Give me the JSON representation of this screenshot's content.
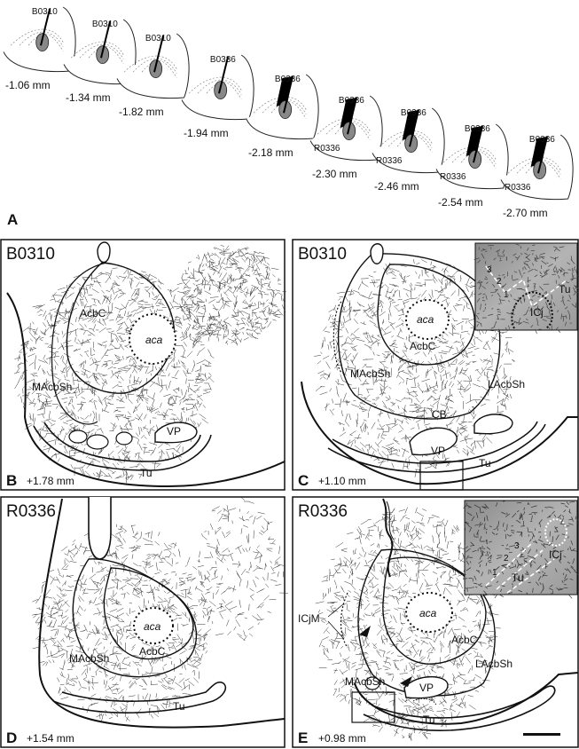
{
  "figure": {
    "panel_a": {
      "letter": "A",
      "sections": [
        {
          "level": "-1.06 mm",
          "labels": [
            "B0310"
          ]
        },
        {
          "level": "-1.34 mm",
          "labels": [
            "B0310"
          ]
        },
        {
          "level": "-1.82 mm",
          "labels": [
            "B0310"
          ]
        },
        {
          "level": "-1.94 mm",
          "labels": [
            "B0336"
          ]
        },
        {
          "level": "-2.18 mm",
          "labels": [
            "B0336"
          ]
        },
        {
          "level": "-2.30 mm",
          "labels": [
            "B0336",
            "R0336"
          ]
        },
        {
          "level": "-2.46 mm",
          "labels": [
            "B0336",
            "R0336"
          ]
        },
        {
          "level": "-2.54 mm",
          "labels": [
            "B0336",
            "R0336"
          ]
        },
        {
          "level": "-2.70 mm",
          "labels": [
            "B0336",
            "R0336"
          ]
        }
      ]
    },
    "panels": [
      {
        "letter": "B",
        "case": "B0310",
        "level": "+1.78 mm",
        "regions": {
          "acbc": "AcbC",
          "aca": "aca",
          "macbsh": "MAcbSh",
          "vp": "VP",
          "tu": "Tu"
        }
      },
      {
        "letter": "C",
        "case": "B0310",
        "level": "+1.10 mm",
        "regions": {
          "acbc": "AcbC",
          "aca": "aca",
          "macbsh": "MAcbSh",
          "lacbsh": "LAcbSh",
          "cb": "CB",
          "vp": "VP",
          "tu": "Tu"
        },
        "inset": {
          "tu": "Tu",
          "icj": "ICj",
          "layers": [
            "3",
            "2",
            "1"
          ]
        }
      },
      {
        "letter": "D",
        "case": "R0336",
        "level": "+1.54 mm",
        "regions": {
          "acbc": "AcbC",
          "aca": "aca",
          "macbsh": "MAcbSh",
          "tu": "Tu"
        }
      },
      {
        "letter": "E",
        "case": "R0336",
        "level": "+0.98 mm",
        "regions": {
          "acbc": "AcbC",
          "aca": "aca",
          "macbsh": "MAcbSh",
          "lacbsh": "LAcbSh",
          "vp": "VP",
          "tu": "Tu",
          "icjm": "ICjM"
        },
        "inset": {
          "tu": "Tu",
          "icj": "ICj",
          "layers": [
            "3",
            "2",
            "1"
          ]
        }
      }
    ]
  }
}
